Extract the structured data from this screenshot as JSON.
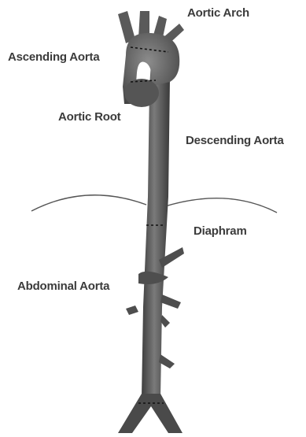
{
  "diagram": {
    "labels": {
      "aortic_arch": "Aortic Arch",
      "ascending_aorta": "Ascending Aorta",
      "aortic_root": "Aortic Root",
      "descending_aorta": "Descending Aorta",
      "diaphragm": "Diaphram",
      "abdominal_aorta": "Abdominal Aorta"
    },
    "colors": {
      "vessel": "#5a5a5a",
      "vessel_dark": "#3a3a3a",
      "vessel_light": "#8a8a8a",
      "diaphragm_line": "#555555",
      "label_text": "#3b3b3b",
      "background": "#ffffff"
    }
  }
}
